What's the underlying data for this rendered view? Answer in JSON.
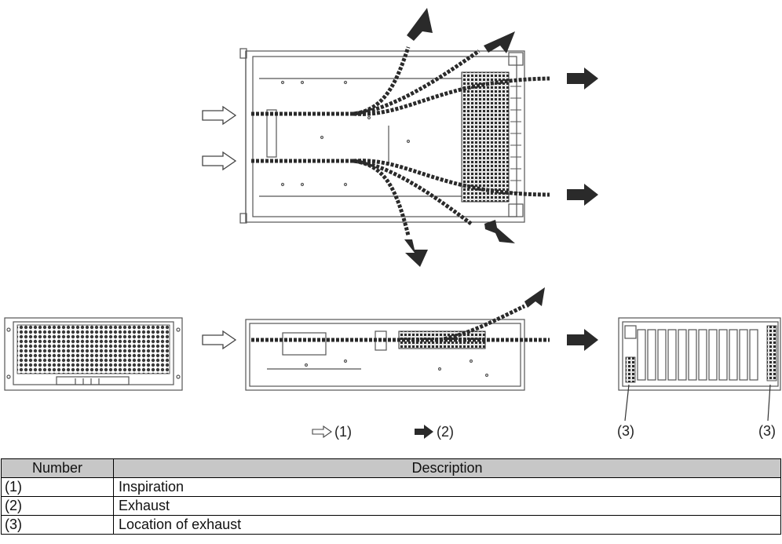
{
  "diagram": {
    "legend_inlet_label": "(1)",
    "legend_exhaust_label": "(2)",
    "exhaust_location_labels": [
      "(3)",
      "(3)"
    ]
  },
  "table": {
    "headers": [
      "Number",
      "Description"
    ],
    "rows": [
      {
        "number": "(1)",
        "description": "Inspiration"
      },
      {
        "number": "(2)",
        "description": "Exhaust"
      },
      {
        "number": "(3)",
        "description": "Location of exhaust"
      }
    ]
  }
}
